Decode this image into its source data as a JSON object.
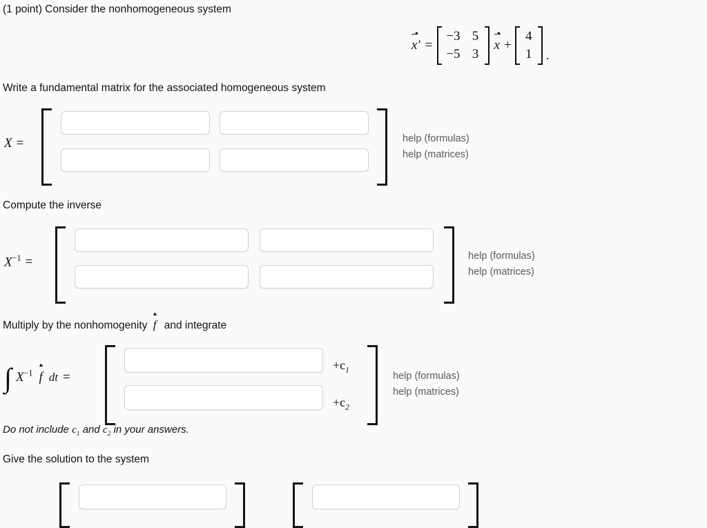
{
  "problem": {
    "intro": "(1 point) Consider the nonhomogeneous system",
    "equation": {
      "lhs_vector": "x",
      "lhs_prime": "′",
      "equals": "=",
      "coefficient_matrix": {
        "rows": [
          [
            "−3",
            "5"
          ],
          [
            "−5",
            "3"
          ]
        ]
      },
      "times_vector": "x",
      "plus": "+",
      "nonhomogeneity_vector": {
        "rows": [
          [
            "4"
          ],
          [
            "1"
          ]
        ]
      },
      "period": "."
    }
  },
  "sections": [
    {
      "id": "fundamental-matrix",
      "prompt": "Write a fundamental matrix for the associated homogeneous system",
      "label_base": "X",
      "label_sup": "",
      "label_equals": "=",
      "rows": 2,
      "cols": 2,
      "blank_values": [
        "",
        "",
        "",
        ""
      ],
      "help": [
        "help (formulas)",
        "help (matrices)"
      ]
    },
    {
      "id": "inverse-matrix",
      "prompt": "Compute the inverse",
      "label_base": "X",
      "label_sup": "−1",
      "label_equals": "=",
      "rows": 2,
      "cols": 2,
      "blank_values": [
        "",
        "",
        "",
        ""
      ],
      "help": [
        "help (formulas)",
        "help (matrices)"
      ]
    },
    {
      "id": "integrate",
      "prompt_prefix": "Multiply by the nonhomogenity",
      "prompt_vector": "f",
      "prompt_suffix": "and integrate",
      "integral_sign": "∫",
      "label_base": "X",
      "label_sup": "−1",
      "label_vector": "f",
      "label_dt": "dt",
      "label_equals": "=",
      "rows": 2,
      "cols": 1,
      "blank_values": [
        "",
        ""
      ],
      "constants": [
        "+c",
        "+c"
      ],
      "constant_subs": [
        "1",
        "2"
      ],
      "help": [
        "help (formulas)",
        "help (matrices)"
      ],
      "footnote_parts": {
        "a": "Do not include",
        "c1_base": "c",
        "c1_sub": "1",
        "b": "and",
        "c2_base": "c",
        "c2_sub": "2",
        "c": "in your answers."
      }
    },
    {
      "id": "solution",
      "prompt": "Give the solution to the system",
      "blank_values": [
        "",
        ""
      ]
    }
  ],
  "colors": {
    "background": "#fafafa",
    "text": "#121212",
    "blank_border": "#d2d2d2",
    "blank_fill": "#ffffff",
    "bracket": "#151515",
    "help_link": "#5a5a5a"
  }
}
